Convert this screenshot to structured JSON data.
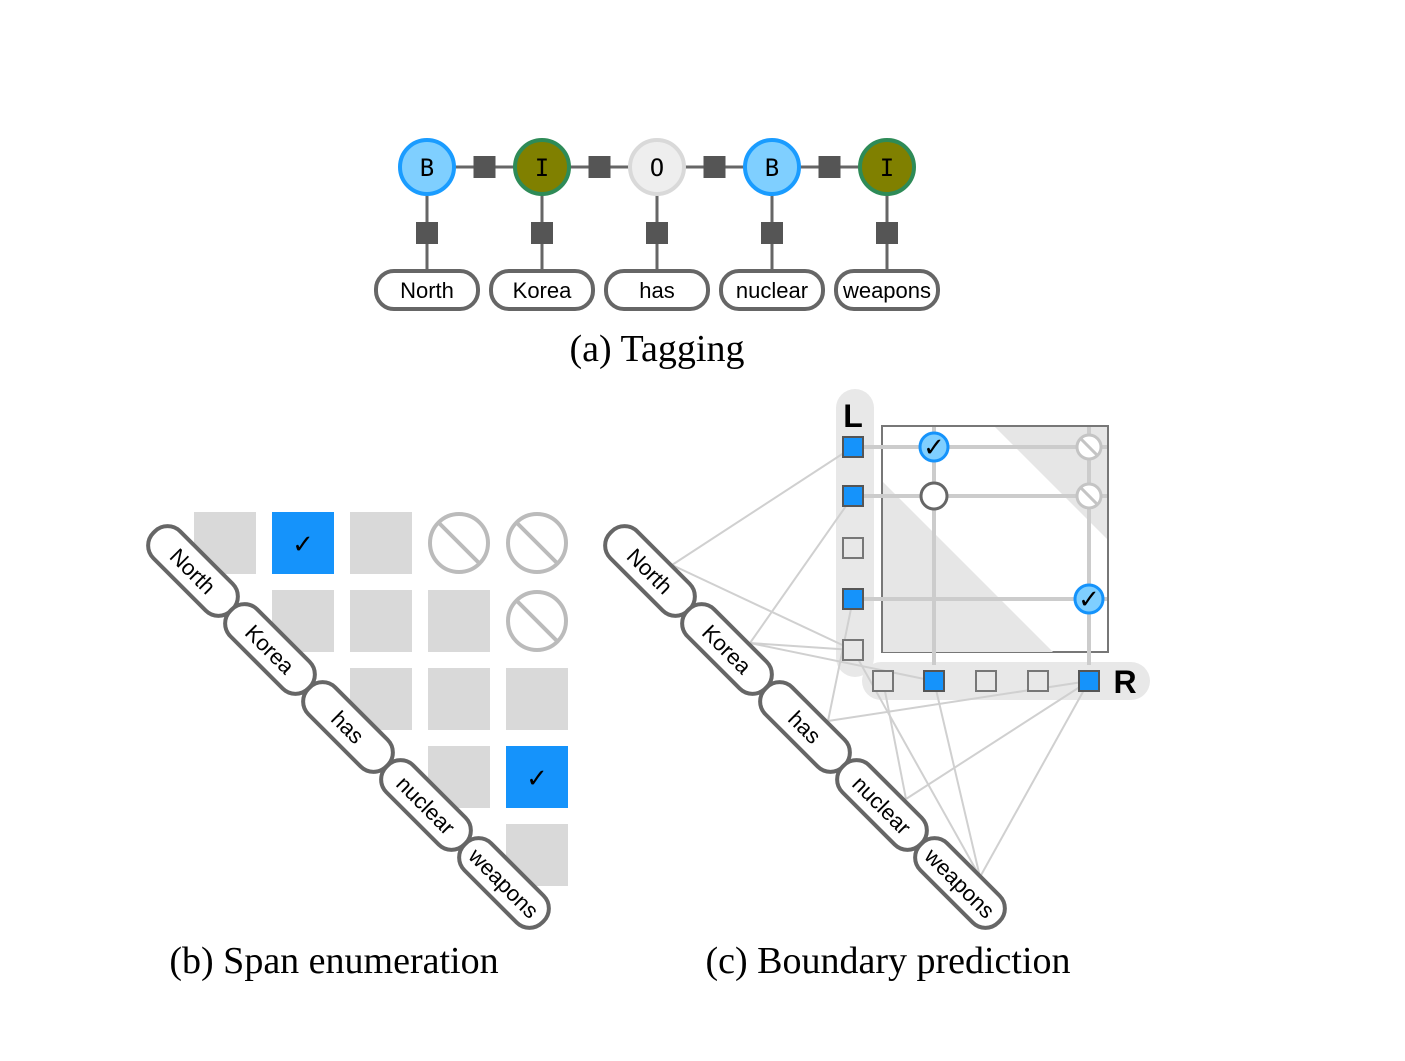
{
  "panels": {
    "tagging": {
      "caption": "(a) Tagging",
      "tags": [
        "B",
        "I",
        "O",
        "B",
        "I"
      ],
      "tag_colors": {
        "B": "#7fcfff",
        "I": "#808000",
        "O": "#eeeeee"
      },
      "tag_borders": {
        "B": "#1a9cff",
        "I": "#2e8b57",
        "O": "#d9d9d9"
      }
    },
    "span_enumeration": {
      "caption": "(b) Span enumeration",
      "selected_spans": [
        [
          0,
          1
        ],
        [
          3,
          4
        ]
      ],
      "invalid_spans": [
        [
          0,
          3
        ],
        [
          0,
          4
        ],
        [
          1,
          4
        ]
      ]
    },
    "boundary_prediction": {
      "caption": "(c) Boundary prediction",
      "left_axis_label": "L",
      "right_axis_label": "R",
      "left_selected": [
        true,
        true,
        false,
        true,
        false
      ],
      "right_selected": [
        false,
        true,
        false,
        false,
        true
      ]
    }
  },
  "words": [
    "North",
    "Korea",
    "has",
    "nuclear",
    "weapons"
  ],
  "colors": {
    "accent_blue": "#1593fb",
    "cell_gray": "#d9d9d9",
    "line_gray": "#555555",
    "light_line": "#d0d0d0",
    "node_border": "#666666"
  },
  "glyphs": {
    "check": "✓"
  }
}
